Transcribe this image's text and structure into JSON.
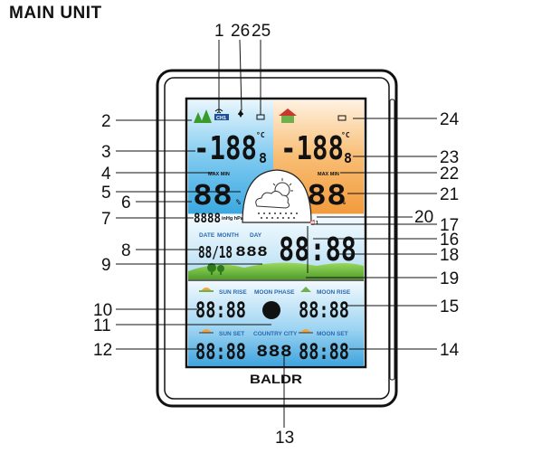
{
  "title": "MAIN UNIT",
  "brand": "BALDR",
  "callouts": [
    "1",
    "26",
    "25",
    "2",
    "24",
    "3",
    "23",
    "4",
    "22",
    "5",
    "21",
    "6",
    "7",
    "20",
    "17",
    "16",
    "18",
    "8",
    "9",
    "19",
    "10",
    "15",
    "11",
    "12",
    "14",
    "13"
  ],
  "display": {
    "indoor_temp": "-188",
    "indoor_decimal": "8",
    "indoor_unit": "°C",
    "outdoor_temp": "-188",
    "outdoor_decimal": "8",
    "outdoor_unit": "°C",
    "indoor_humidity": "88",
    "outdoor_humidity": "88",
    "humidity_unit": "%",
    "max_min_left": "MAX MIN",
    "max_min_right": "MAX MIN",
    "pressure": "8888",
    "pressure_units": "inHg hPa",
    "date_label": "DATE",
    "month_label": "MONTH",
    "day_label": "DAY",
    "date_value": "88/18",
    "day_value": "888",
    "time_value": "88:88",
    "sun_rise_label": "SUN RISE",
    "moon_phase_label": "MOON PHASE",
    "moon_rise_label": "MOON RISE",
    "sun_rise_value": "88:88",
    "moon_rise_value": "88:88",
    "sun_set_label": "SUN SET",
    "country_city_label": "COUNTRY CITY",
    "moon_set_label": "MOON SET",
    "sun_set_value": "88:88",
    "country_city_value": "888",
    "moon_set_value": "88:88"
  },
  "colors": {
    "indoor_panel": "#4fb8e8",
    "outdoor_panel": "#f5a44a",
    "sky_panel": "#bfe3f7",
    "grass": "#6cbf3c",
    "frame": "#111111"
  }
}
